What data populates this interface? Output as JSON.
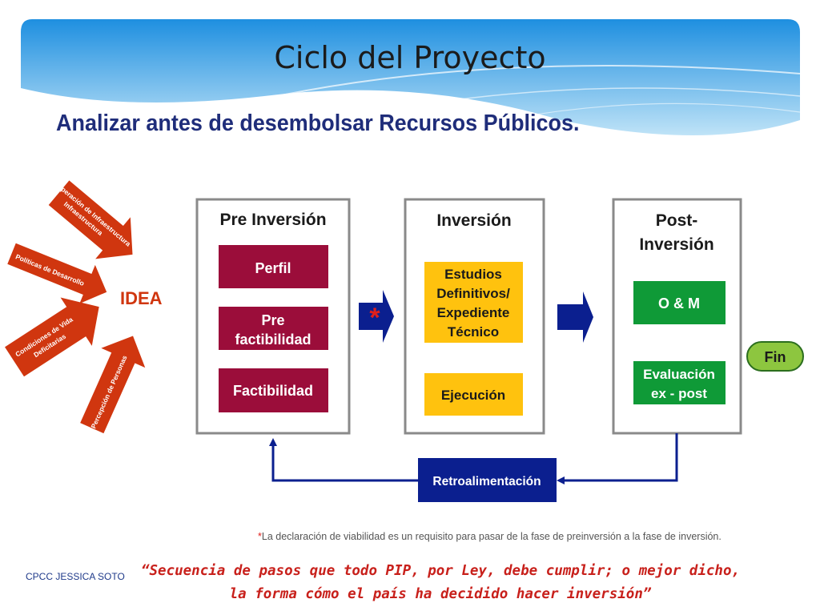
{
  "title": "Ciclo del Proyecto",
  "subtitle": "Analizar antes de desembolsar  Recursos Públicos.",
  "inputs": [
    "Recuperación de Infraestructura",
    "Políticas de Desarrollo",
    "Condiciones de Vida Deficitarias",
    "Percepción de Personas"
  ],
  "idea_label": "IDEA",
  "phases": {
    "pre_inversion": {
      "title": "Pre Inversión",
      "steps": [
        "Perfil",
        "Pre factibilidad",
        "Factibilidad"
      ]
    },
    "inversion": {
      "title": "Inversión",
      "steps": [
        "Estudios Definitivos/ Expediente Técnico",
        "Ejecución"
      ]
    },
    "post_inversion": {
      "title": "Post- Inversión",
      "steps": [
        "O & M",
        "Evaluación ex - post"
      ]
    }
  },
  "asterisk": "*",
  "fin_label": "Fin",
  "feedback_label": "Retroalimentación",
  "footnote": {
    "mark": "*",
    "text": "La declaración de viabilidad es un requisito para pasar de la fase de preinversión a la fase de inversión."
  },
  "quote": [
    "“Secuencia de pasos que todo PIP, por Ley, debe cumplir; o mejor dicho,",
    "la forma cómo el país ha decidido hacer inversión”"
  ],
  "author": "CPCC JESSICA SOTO",
  "colors": {
    "banner": "#2e9fe4",
    "phase_pre": "#9b0d3a",
    "phase_inv": "#ffc20e",
    "phase_post": "#0f9a37",
    "fin": "#8dc63f",
    "navy": "#0b1f8f",
    "input_arrow": "#d0360f",
    "title_blue": "#1f2d7a"
  }
}
